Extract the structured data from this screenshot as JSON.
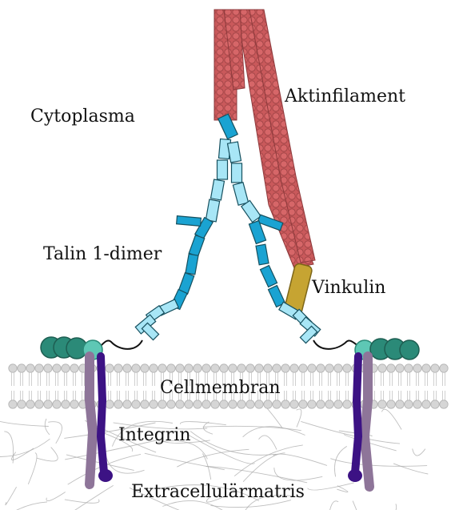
{
  "labels": {
    "cytoplasm": "Cytoplasma",
    "actin": "Aktinfilament",
    "talin": "Talin 1-dimer",
    "vinculin": "Vinkulin",
    "membrane": "Cellmembran",
    "integrin": "Integrin",
    "ecm": "Extracellulärmatris"
  },
  "colors": {
    "actin": "#c9595b",
    "actin_stroke": "#8e3a3c",
    "talin_light": "#a8e6f6",
    "talin_dark": "#1aa3d2",
    "vinculin": "#c6a432",
    "kindlin_dark": "#2b8a78",
    "kindlin_light": "#5ec7b5",
    "integrin_alpha": "#8e7599",
    "integrin_beta": "#3c1284",
    "lipid": "#d6d6d6",
    "ecm_fiber": "#a9a9a9"
  }
}
